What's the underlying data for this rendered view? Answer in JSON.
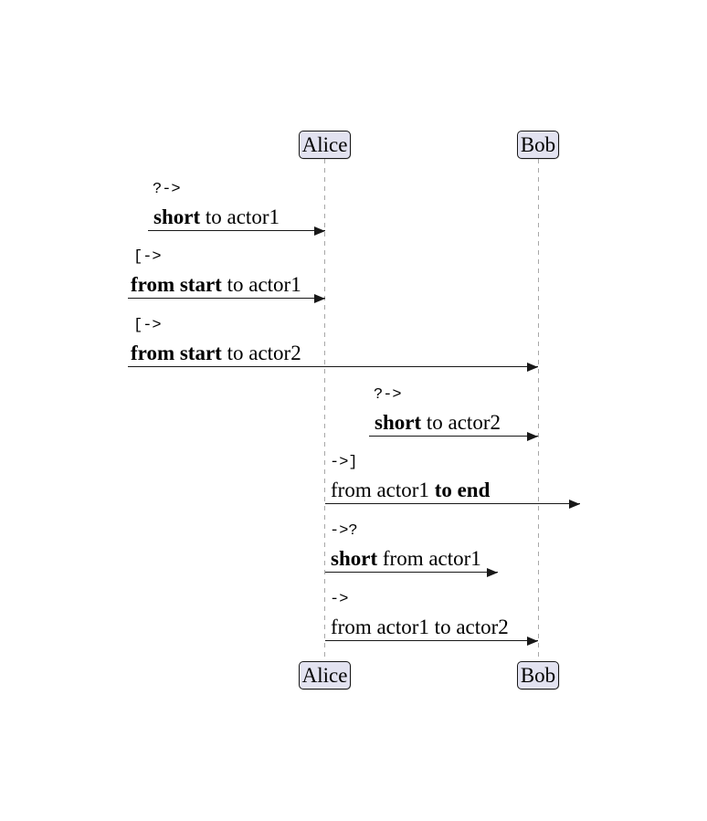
{
  "diagram_type": "uml-sequence-diagram",
  "actors": [
    {
      "label": "Alice"
    },
    {
      "label": "Bob"
    }
  ],
  "messages": [
    {
      "syntax": "?->",
      "pre": "",
      "bold": "short",
      "post": " to actor1"
    },
    {
      "syntax": "[->",
      "pre": "",
      "bold": "from start",
      "post": " to actor1"
    },
    {
      "syntax": "[->",
      "pre": "",
      "bold": "from start",
      "post": " to actor2"
    },
    {
      "syntax": "?->",
      "pre": "",
      "bold": "short",
      "post": " to actor2"
    },
    {
      "syntax": "->]",
      "pre": "from actor1 ",
      "bold": "to end",
      "post": ""
    },
    {
      "syntax": "->?",
      "pre": "",
      "bold": "short",
      "post": " from actor1"
    },
    {
      "syntax": "->",
      "pre": "from actor1 to actor2",
      "bold": "",
      "post": ""
    }
  ],
  "colors": {
    "background": "#FFFFFF",
    "participant_fill": "#E2E2F0",
    "participant_border": "#181818",
    "lifeline": "#A8A8A8",
    "arrow": "#181818",
    "text": "#000000"
  }
}
